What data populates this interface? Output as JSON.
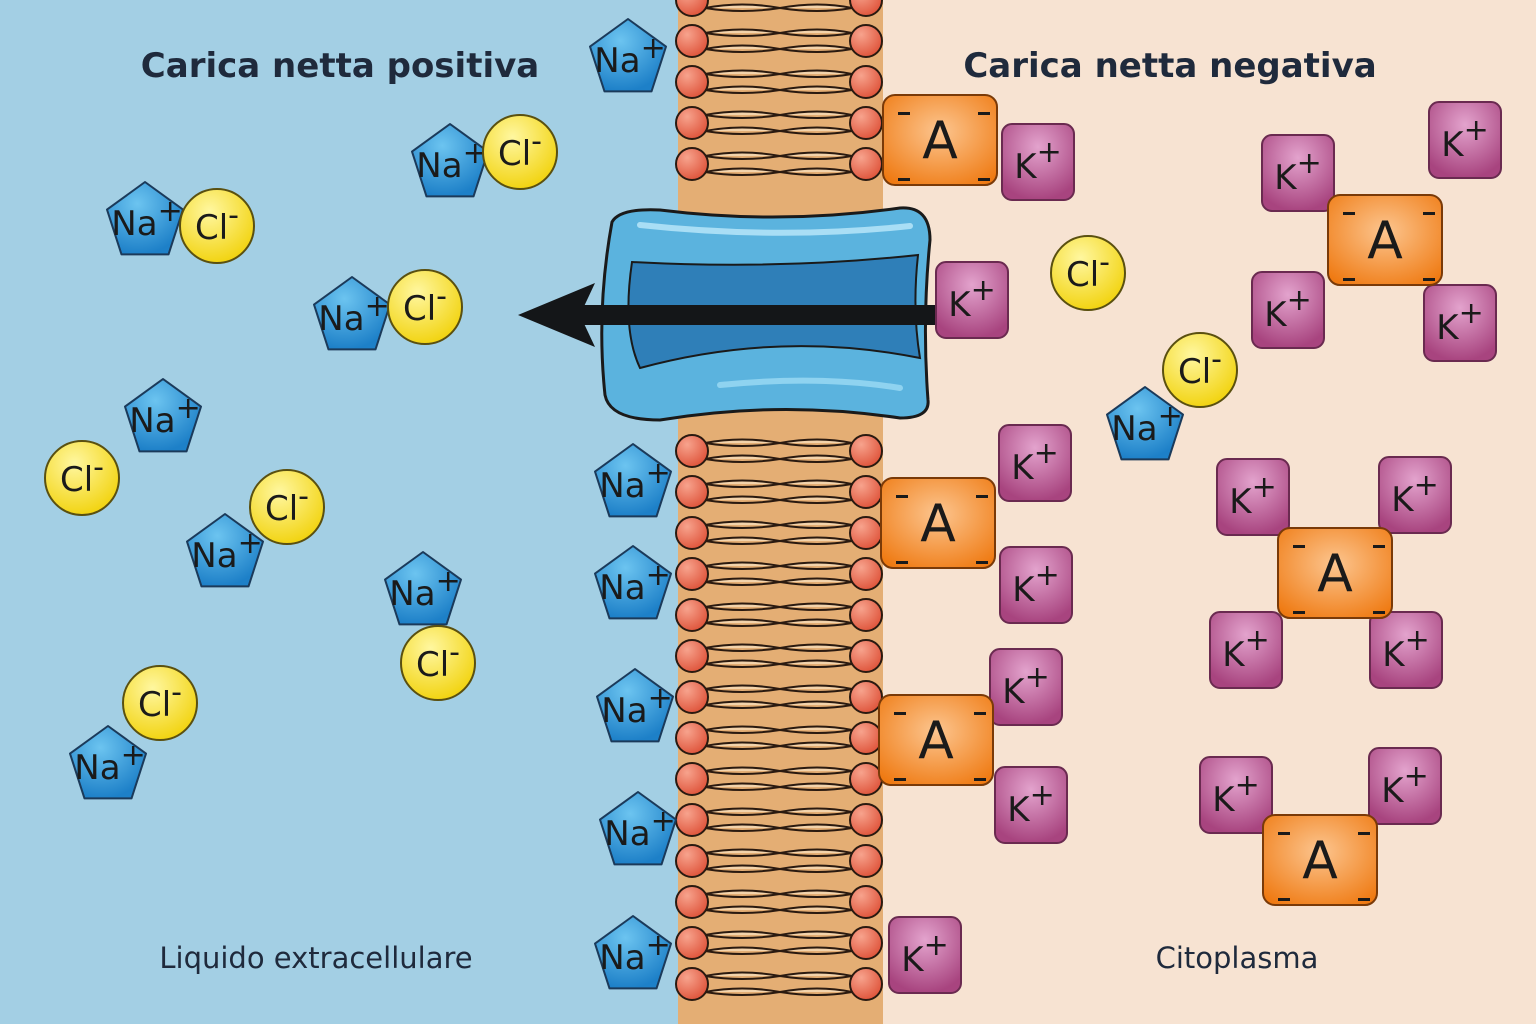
{
  "labels": {
    "left_title": "Carica netta positiva",
    "right_title": "Carica netta negativa",
    "left_region": "Liquido extracellulare",
    "right_region": "Citoplasma"
  },
  "ions": {
    "sodium": {
      "symbol": "Na",
      "charge": "+"
    },
    "chloride": {
      "symbol": "Cl",
      "charge": "-"
    },
    "potassium": {
      "symbol": "K",
      "charge": "+"
    },
    "anion": {
      "symbol": "A",
      "charge": "-"
    }
  },
  "colors": {
    "extracellular": "#a3cfe4",
    "cytoplasm": "#f7e3d2",
    "membrane": "#e4ae74",
    "head": "#e8705a",
    "sodium": "#2a8fd0",
    "chloride": "#f4dc22",
    "potassium": "#b2508f",
    "anion": "#f07f1c",
    "channel": "#5bb3de"
  }
}
